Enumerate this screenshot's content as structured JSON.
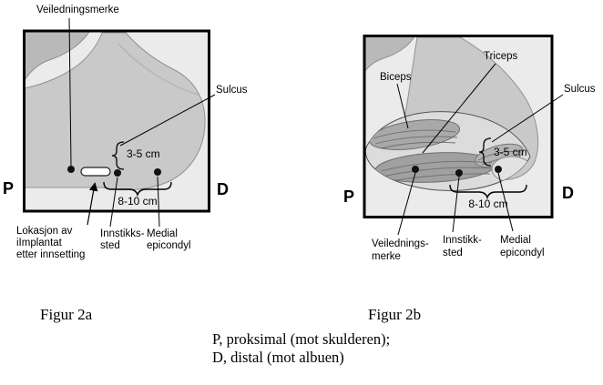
{
  "fig2a": {
    "caption": "Figur 2a",
    "p": "P",
    "d": "D",
    "veiledningsmerke": "Veiledningsmerke",
    "sulcus": "Sulcus",
    "dist_short": "3-5 cm",
    "dist_long": "8-10 cm",
    "lokasjon": [
      "Lokasjon av",
      "iImplantat",
      "etter innsetting"
    ],
    "innstikk": [
      "Innstikks-",
      "sted"
    ],
    "medial": [
      "Medial",
      "epicondyl"
    ]
  },
  "fig2b": {
    "caption": "Figur 2b",
    "p": "P",
    "d": "D",
    "biceps": "Biceps",
    "triceps": "Triceps",
    "sulcus": "Sulcus",
    "dist_short": "3-5 cm",
    "dist_long": "8-10 cm",
    "veiledning": [
      "Veilednings-",
      "merke"
    ],
    "innstikk": [
      "Innstikk-",
      "sted"
    ],
    "medial": [
      "Medial",
      "epicondyl"
    ]
  },
  "legend": {
    "line1": "P, proksimal (mot skulderen);",
    "line2": "D, distal (mot albuen)"
  },
  "colors": {
    "box_background": "#ebebeb",
    "arm_gray": "#c9c9c9",
    "wedge_gray": "#b9b9b9",
    "muscle_window": "#dcdcdc",
    "muscle_gray": "#a9a9a9",
    "implant_white": "#ffffff",
    "outline_black": "#000000"
  }
}
